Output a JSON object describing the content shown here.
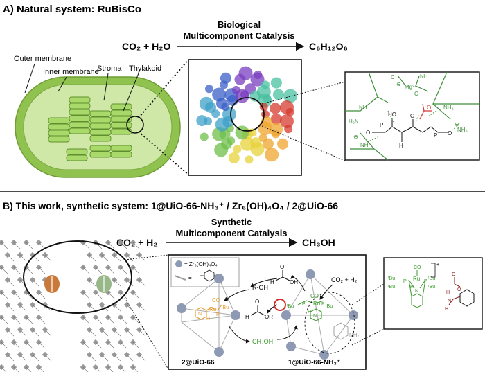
{
  "panel_a": {
    "title": "A) Natural system: RuBisCo",
    "scheme": {
      "reactants": "CO₂ + H₂O",
      "arrow_label_1": "Biological",
      "arrow_label_2": "Multicomponent Catalysis",
      "product": "C₆H₁₂O₆"
    },
    "labels": {
      "outer_membrane": "Outer membrane",
      "inner_membrane": "Inner membrane",
      "stroma": "Stroma",
      "thylakoid": "Thylakoid"
    },
    "active_site": {
      "mg": "Mg²⁺",
      "nh2": "NH₂",
      "nh3": "NH₃",
      "h2n": "H₂N",
      "nh": "NH",
      "ho": "HO",
      "h": "H",
      "p": "P",
      "o": "O",
      "c": "C",
      "minus": "⊖",
      "plus": "⊕"
    }
  },
  "panel_b": {
    "title": "B) This work, synthetic system: 1@UiO-66-NH₃⁺ / Zr₆(OH)₄O₄ / 2@UiO-66",
    "scheme": {
      "reactants": "CO₂ + H₂",
      "arrow_label_1": "Synthetic",
      "arrow_label_2": "Multicomponent Catalysis",
      "product": "CH₃OH"
    },
    "legend": {
      "node": "= Zr₆(OH)₄O₄",
      "equals": "="
    },
    "mechanism": {
      "r_oh": "R-OH",
      "co2_h2": "CO₂ + H₂",
      "ch3oh": "CH₃OH",
      "ester_or": "OR",
      "co": "CO",
      "ru": "Ru",
      "tbu": "ᵗBu",
      "p": "P",
      "n": "N",
      "h": "H",
      "o": "O",
      "nh2": "NH₂",
      "oh": "OH",
      "label_2": "2@UiO-66",
      "label_1": "1@UiO-66-NH₃⁺"
    },
    "inset": {
      "co": "CO",
      "ru": "Ru",
      "tbu": "ᵗBu",
      "p": "P",
      "n": "N",
      "h": "H",
      "o": "O",
      "plus": "+"
    }
  },
  "colors": {
    "chloroplast_outer": "#9ccc5a",
    "chloroplast_inner": "#cfe8a8",
    "thylakoid": "#a9d86b",
    "active_site_green": "#3e8e3a",
    "red": "#d32f2f",
    "orange": "#e89a2a",
    "green_catalyst": "#3c9a2c",
    "dark_red": "#8b1a1a",
    "node": "#8e99b3"
  }
}
